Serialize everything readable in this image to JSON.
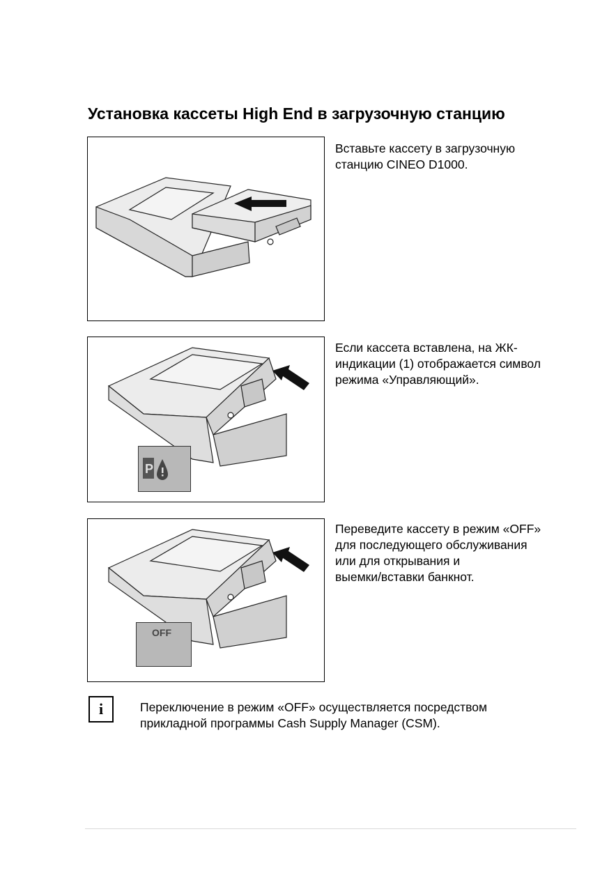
{
  "page": {
    "title": "Установка кассеты High End в загрузочную станцию"
  },
  "steps": [
    {
      "text": "Вставьте кассету в загрузочную\nстанцию CINEO D1000."
    },
    {
      "text": "Если кассета вставлена, на ЖК-\nиндикации (1) отображается символ\nрежима «Управляющий»."
    },
    {
      "text": "Переведите кассету в режим «OFF»\nдля последующего обслуживания\nили для открывания и\nвыемки/вставки банкнот.",
      "lcd_label": "OFF"
    }
  ],
  "note": {
    "icon": "i",
    "text": "Переключение в режим «OFF» осуществляется посредством\nприкладной программы Cash Supply Manager (CSM)."
  }
}
